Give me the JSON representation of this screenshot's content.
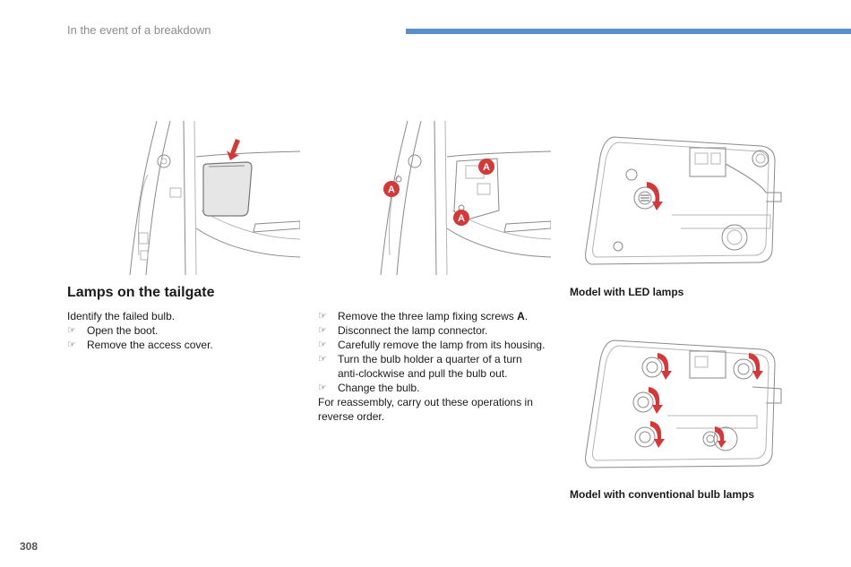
{
  "header": {
    "title": "In the event of a breakdown",
    "accent_color": "#5b8fcb"
  },
  "section": {
    "title": "Lamps on the tailgate"
  },
  "left_column": {
    "intro": "Identify the failed bulb.",
    "steps": [
      "Open the boot.",
      "Remove the access cover."
    ]
  },
  "middle_column": {
    "step1_prefix": "Remove the three lamp fixing screws ",
    "step1_bold": "A",
    "step1_suffix": ".",
    "step2": "Disconnect the lamp connector.",
    "step3": "Carefully remove the lamp from its housing.",
    "step4_line1": "Turn the bulb holder a quarter of a turn",
    "step4_line2": "anti-clockwise and pull the bulb out.",
    "step5": "Change the bulb.",
    "footer_line1": "For reassembly, carry out these operations in",
    "footer_line2": "reverse order."
  },
  "bullet_glyph": "☞",
  "figures": {
    "screw_label": "A",
    "arrow_color": "#d23a3a"
  },
  "captions": {
    "led": "Model with LED lamps",
    "conventional": "Model with conventional bulb lamps"
  },
  "page_number": "308"
}
